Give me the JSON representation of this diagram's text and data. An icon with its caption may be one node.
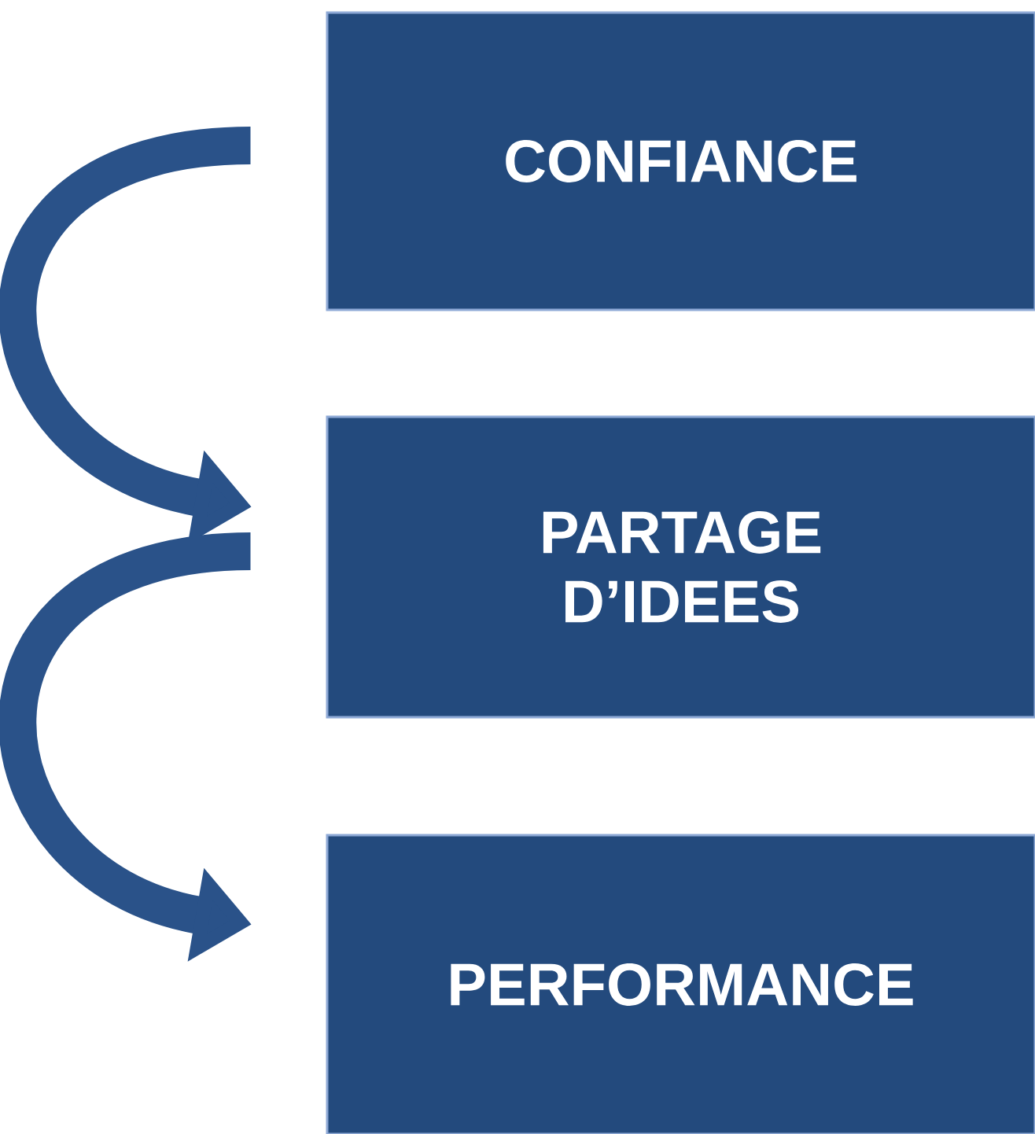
{
  "diagram": {
    "nodes": [
      {
        "text": [
          "CONFIANCE"
        ]
      },
      {
        "text": [
          "PARTAGE D’IDEES"
        ]
      },
      {
        "text": [
          "PERFORMANCE"
        ]
      }
    ],
    "edges": [
      {
        "from": 0,
        "to": 1,
        "arrow": "to"
      },
      {
        "from": 1,
        "to": 2,
        "arrow": "to"
      }
    ]
  }
}
